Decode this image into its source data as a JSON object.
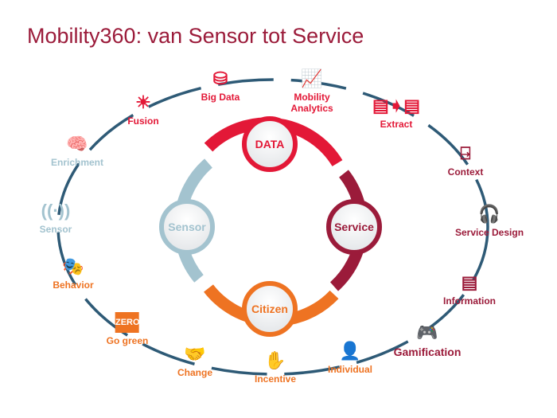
{
  "title": "Mobility360: van Sensor tot Service",
  "colors": {
    "data": "#e31837",
    "service": "#9b1b3a",
    "citizen": "#ee7322",
    "sensor": "#a3c3cf",
    "ring": "#2e5a76"
  },
  "cycle": [
    {
      "label": "DATA",
      "color": "#e31837"
    },
    {
      "label": "Service",
      "color": "#9b1b3a"
    },
    {
      "label": "Citizen",
      "color": "#ee7322"
    },
    {
      "label": "Sensor",
      "color": "#a3c3cf"
    }
  ],
  "items": [
    {
      "label": "Big Data",
      "icon": "database-icon",
      "glyph": "⛁",
      "color": "#e31837"
    },
    {
      "label": "Mobility Analytics",
      "icon": "chart-icon",
      "glyph": "📈",
      "color": "#e31837"
    },
    {
      "label": "Extract",
      "icon": "extract-icon",
      "glyph": "▤➧▤",
      "color": "#e31837"
    },
    {
      "label": "Context",
      "icon": "exit-door-icon",
      "glyph": "⍈",
      "color": "#9b1b3a"
    },
    {
      "label": "Service  Design",
      "icon": "headset-icon",
      "glyph": "🎧",
      "color": "#9b1b3a"
    },
    {
      "label": "Information",
      "icon": "documents-icon",
      "glyph": "▤",
      "color": "#9b1b3a"
    },
    {
      "label": "Gamification",
      "icon": "gamepad-icon",
      "glyph": "🎮",
      "color": "#9b1b3a"
    },
    {
      "label": "Individual",
      "icon": "person-icon",
      "glyph": "👤",
      "color": "#ee7322"
    },
    {
      "label": "Incentive",
      "icon": "hand-money-icon",
      "glyph": "✋",
      "color": "#ee7322"
    },
    {
      "label": "Change",
      "icon": "handshake-icon",
      "glyph": "🤝",
      "color": "#ee7322"
    },
    {
      "label": "Go green",
      "icon": "zero-emission-icon",
      "glyph": "ZERO",
      "color": "#ee7322"
    },
    {
      "label": "Behavior",
      "icon": "theatre-masks-icon",
      "glyph": "🎭",
      "color": "#ee7322"
    },
    {
      "label": "Sensor",
      "icon": "wireless-sensor-icon",
      "glyph": "((·))",
      "color": "#a3c3cf"
    },
    {
      "label": "Enrichment",
      "icon": "brain-icon",
      "glyph": "🧠",
      "color": "#a3c3cf"
    },
    {
      "label": "Fusion",
      "icon": "weather-fusion-icon",
      "glyph": "☀",
      "color": "#e31837"
    }
  ]
}
